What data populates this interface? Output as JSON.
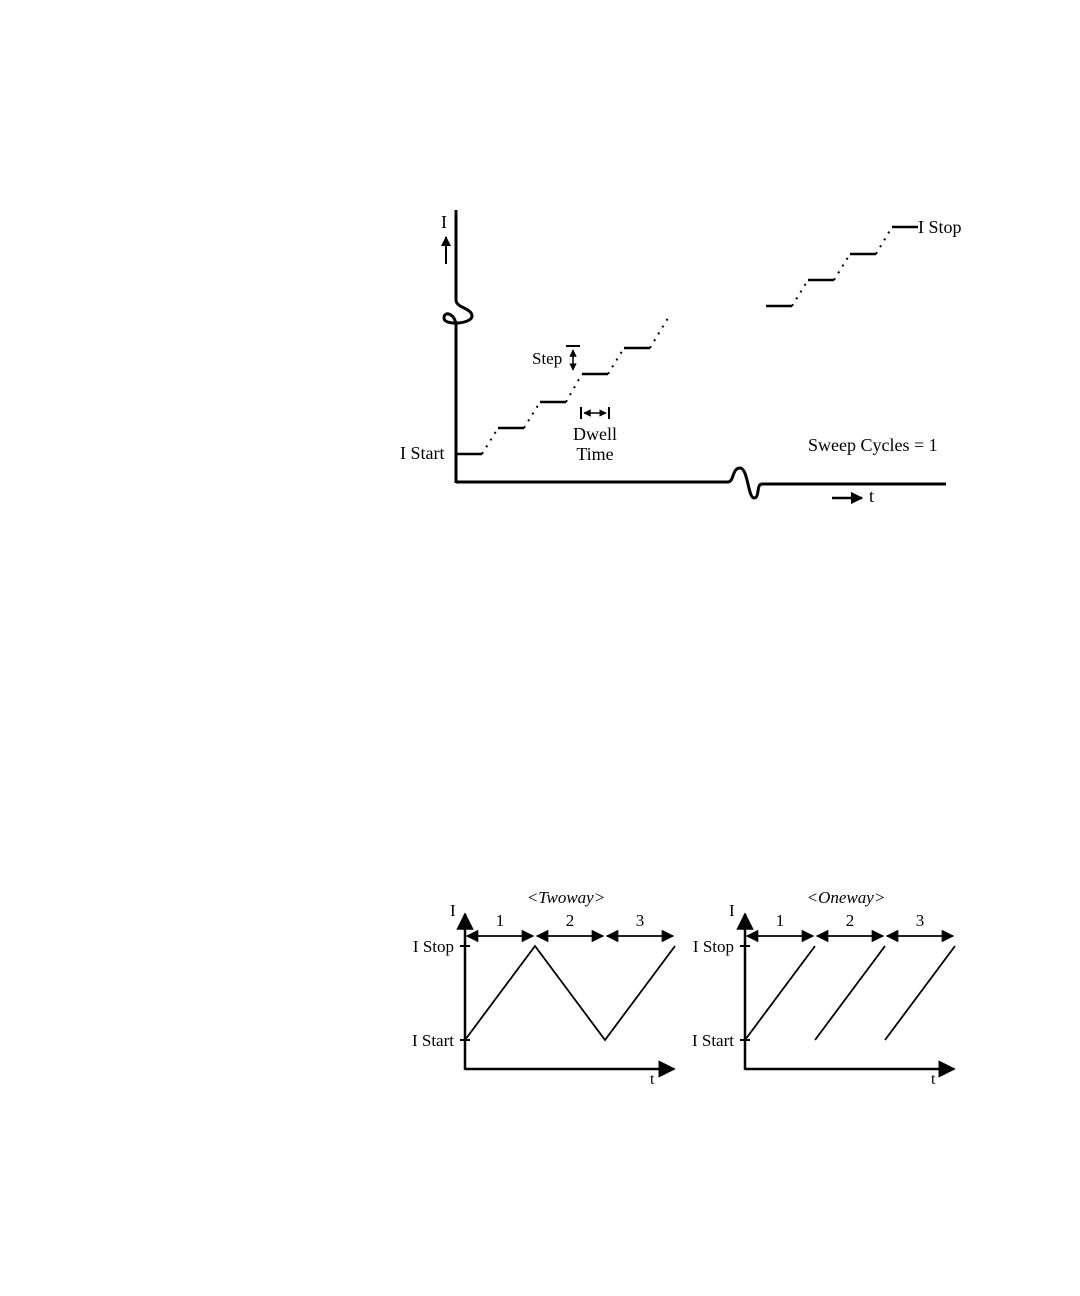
{
  "sweep_diagram": {
    "y_axis_label": "I",
    "x_axis_label": "t",
    "start_label": "I Start",
    "stop_label": "I Stop",
    "step_label": "Step",
    "dwell_label_line1": "Dwell",
    "dwell_label_line2": "Time",
    "cycles_label": "Sweep Cycles = 1"
  },
  "mode_diagrams": {
    "twoway": {
      "title": "<Twoway>",
      "y_axis_label": "I",
      "x_axis_label": "t",
      "stop_label": "I Stop",
      "start_label": "I Start",
      "cycle_labels": [
        "1",
        "2",
        "3"
      ]
    },
    "oneway": {
      "title": "<Oneway>",
      "y_axis_label": "I",
      "x_axis_label": "t",
      "stop_label": "I Stop",
      "start_label": "I Start",
      "cycle_labels": [
        "1",
        "2",
        "3"
      ]
    }
  }
}
